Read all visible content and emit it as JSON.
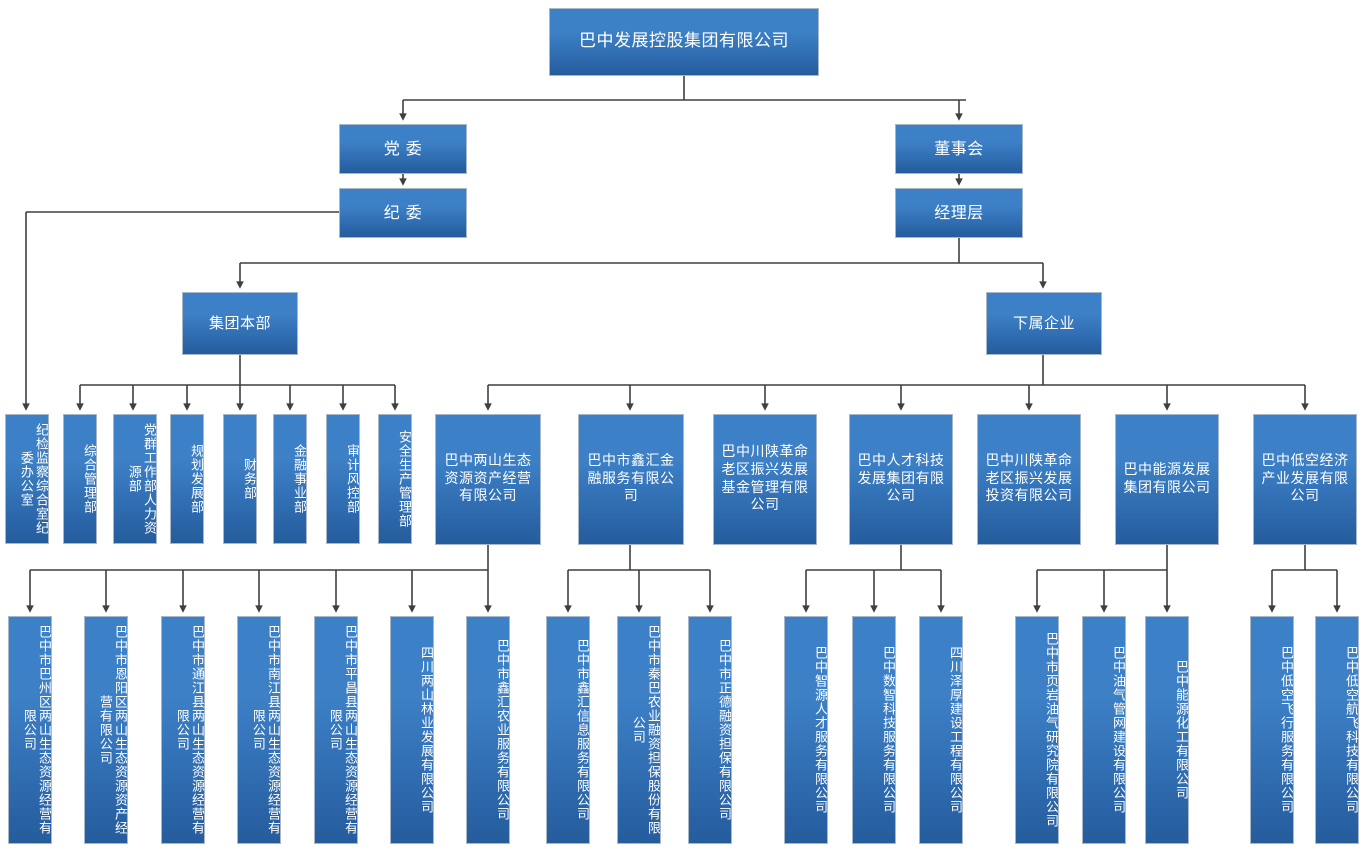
{
  "diagram": {
    "title": "巴中发展控股集团有限公司组织架构图",
    "theme": {
      "node_fill_top": "#3f84cb",
      "node_fill_bottom": "#255c9c",
      "node_border": "#a9b7c6",
      "node_text": "#ffffff",
      "connector": "#3f3f3f",
      "background": "#ffffff"
    }
  },
  "root": {
    "label": "巴中发展控股集团有限公司"
  },
  "level1": [
    {
      "label": "党 委"
    },
    {
      "label": "董事会"
    }
  ],
  "level2": [
    {
      "label": "纪 委"
    },
    {
      "label": "经理层"
    }
  ],
  "level3": [
    {
      "label": "集团本部"
    },
    {
      "label": "下属企业"
    }
  ],
  "departments": [
    {
      "label": "纪检监察综合室纪委办公室"
    },
    {
      "label": "综合管理部"
    },
    {
      "label": "党群工作部人力资源部"
    },
    {
      "label": "规划发展部"
    },
    {
      "label": "财务部"
    },
    {
      "label": "金融事业部"
    },
    {
      "label": "审计风控部"
    },
    {
      "label": "安全生产管理部"
    }
  ],
  "subsidiaries": [
    {
      "label": "巴中两山生态资源资产经营有限公司"
    },
    {
      "label": "巴中市鑫汇金融服务有限公司"
    },
    {
      "label": "巴中川陕革命老区振兴发展基金管理有限公司"
    },
    {
      "label": "巴中人才科技发展集团有限公司"
    },
    {
      "label": "巴中川陕革命老区振兴发展投资有限公司"
    },
    {
      "label": "巴中能源发展集团有限公司"
    },
    {
      "label": "巴中低空经济产业发展有限公司"
    }
  ],
  "leaves": [
    {
      "label": "巴中市巴州区两山生态资源经营有限公司"
    },
    {
      "label": "巴中市恩阳区两山生态资源资产经营有限公司"
    },
    {
      "label": "巴中市通江县两山生态资源经营有限公司"
    },
    {
      "label": "巴中市南江县两山生态资源经营有限公司"
    },
    {
      "label": "巴中市平昌县两山生态资源经营有限公司"
    },
    {
      "label": "四川两山林业发展有限公司"
    },
    {
      "label": "巴中市鑫汇农业服务有限公司"
    },
    {
      "label": "巴中市鑫汇信息服务有限公司"
    },
    {
      "label": "巴中市秦巴农业融资担保股份有限公司"
    },
    {
      "label": "巴中市正德融资担保有限公司"
    },
    {
      "label": "巴中智源人才服务有限公司"
    },
    {
      "label": "巴中数智科技服务有限公司"
    },
    {
      "label": "四川泽厚建设工程有限公司"
    },
    {
      "label": "巴中市页岩油气研究院有限公司"
    },
    {
      "label": "巴中油气管网建设有限公司"
    },
    {
      "label": "巴中能源化工有限公司"
    },
    {
      "label": "巴中低空飞行服务有限公司"
    },
    {
      "label": "巴中低空航飞科技有限公司"
    }
  ]
}
